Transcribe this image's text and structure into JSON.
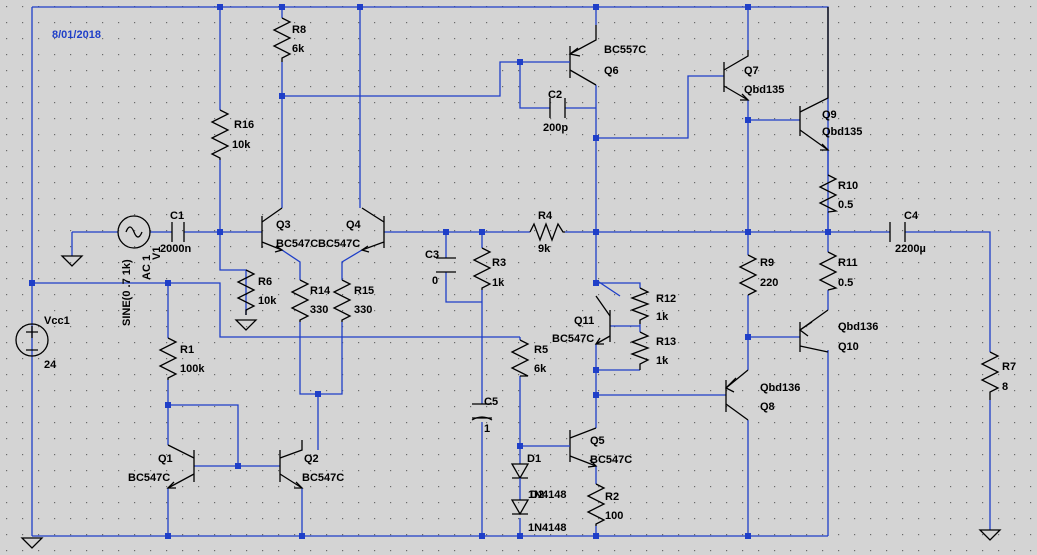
{
  "date": "8/01/2018",
  "components": {
    "R1": {
      "name": "R1",
      "value": "100k"
    },
    "R2": {
      "name": "R2",
      "value": "100"
    },
    "R3": {
      "name": "R3",
      "value": "1k"
    },
    "R4": {
      "name": "R4",
      "value": "9k"
    },
    "R5": {
      "name": "R5",
      "value": "6k"
    },
    "R6": {
      "name": "R6",
      "value": "10k"
    },
    "R7": {
      "name": "R7",
      "value": "8"
    },
    "R8": {
      "name": "R8",
      "value": "6k"
    },
    "R9": {
      "name": "R9",
      "value": "220"
    },
    "R10": {
      "name": "R10",
      "value": "0.5"
    },
    "R11": {
      "name": "R11",
      "value": "0.5"
    },
    "R12": {
      "name": "R12",
      "value": "1k"
    },
    "R13": {
      "name": "R13",
      "value": "1k"
    },
    "R14": {
      "name": "R14",
      "value": "330"
    },
    "R15": {
      "name": "R15",
      "value": "330"
    },
    "R16": {
      "name": "R16",
      "value": "10k"
    },
    "C1": {
      "name": "C1",
      "value": "2000n"
    },
    "C2": {
      "name": "C2",
      "value": "200p"
    },
    "C3": {
      "name": "C3",
      "value": "0"
    },
    "C4": {
      "name": "C4",
      "value": "2200µ"
    },
    "C5": {
      "name": "C5",
      "value": "1"
    },
    "Q1": {
      "name": "Q1",
      "model": "BC547C"
    },
    "Q2": {
      "name": "Q2",
      "model": "BC547C"
    },
    "Q3": {
      "name": "Q3",
      "model": "BC547C"
    },
    "Q4": {
      "name": "Q4",
      "model": "BC547C"
    },
    "Q5": {
      "name": "Q5",
      "model": "BC547C"
    },
    "Q6": {
      "name": "Q6",
      "model": "BC557C"
    },
    "Q7": {
      "name": "Q7",
      "model": "Qbd135"
    },
    "Q8": {
      "name": "Q8",
      "model": "Qbd136"
    },
    "Q9": {
      "name": "Q9",
      "model": "Qbd135"
    },
    "Q10": {
      "name": "Q10",
      "model": "Qbd136"
    },
    "Q11": {
      "name": "Q11",
      "model": "BC547C"
    },
    "D1": {
      "name": "D1",
      "model": "1N4148"
    },
    "D2": {
      "name": "D2",
      "model": "1N4148"
    },
    "Vcc1": {
      "name": "Vcc1",
      "value": "24"
    },
    "V1": {
      "name": "V1",
      "value": "SINE(0 .7 1k)",
      "ac": "AC 1"
    }
  }
}
